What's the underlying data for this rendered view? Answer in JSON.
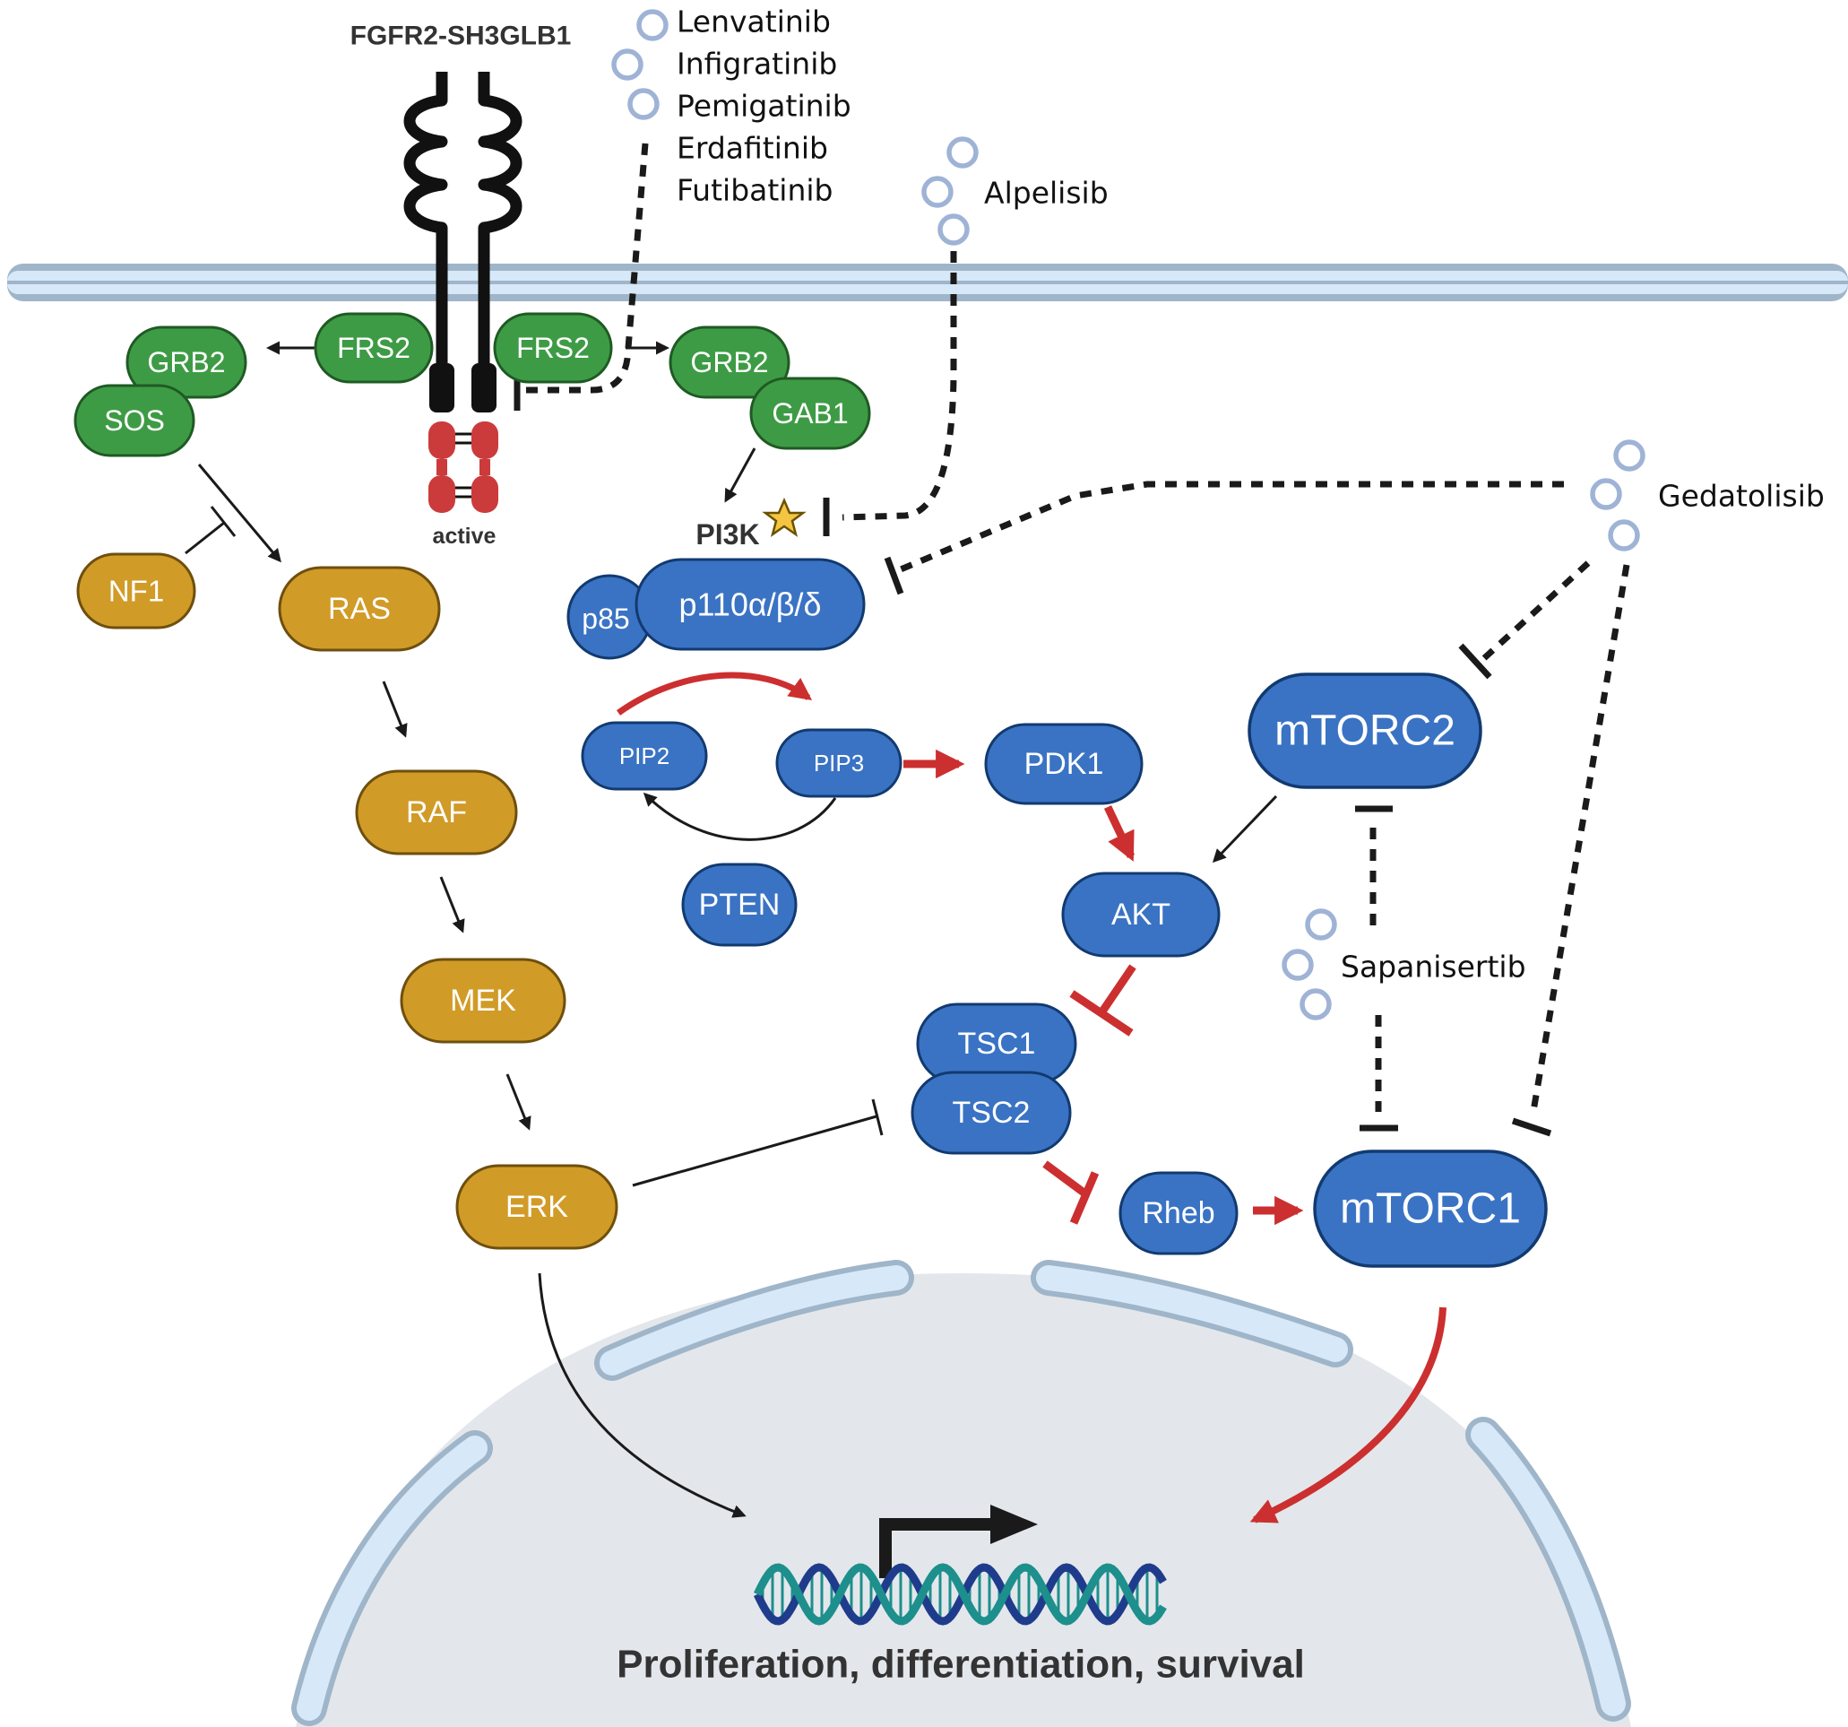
{
  "receptor": {
    "name": "FGFR2-SH3GLB1",
    "state": "active"
  },
  "drugs": {
    "fgfr_inhibitors": [
      "Lenvatinib",
      "Infigratinib",
      "Pemigatinib",
      "Erdafitinib",
      "Futibatinib"
    ],
    "pi3k_inhibitor": "Alpelisib",
    "dual_inhibitor": "Gedatolisib",
    "mtor_inhibitor": "Sapanisertib"
  },
  "nodes": {
    "frs2_left": "FRS2",
    "frs2_right": "FRS2",
    "grb2_left": "GRB2",
    "sos": "SOS",
    "grb2_right": "GRB2",
    "gab1": "GAB1",
    "nf1": "NF1",
    "ras": "RAS",
    "raf": "RAF",
    "mek": "MEK",
    "erk": "ERK",
    "pi3k": "PI3K",
    "p85": "p85",
    "p110": "p110α/β/δ",
    "pip2": "PIP2",
    "pip3": "PIP3",
    "pten": "PTEN",
    "pdk1": "PDK1",
    "akt": "AKT",
    "mtorc2": "mTORC2",
    "tsc1": "TSC1",
    "tsc2": "TSC2",
    "rheb": "Rheb",
    "mtorc1": "mTORC1"
  },
  "outcome": "Proliferation, differentiation, survival",
  "colors": {
    "membrane": "#cfe1f2",
    "membrane_edge": "#9fb5c9",
    "nucleus": "#e3e7eb",
    "green_node": "#3e9b45",
    "orange_node": "#d19b27",
    "blue_node": "#3a73c4",
    "red_arrow": "#cc2f2f",
    "drug_circle": "#9fb3d6",
    "dna_blue": "#1f3c8c",
    "dna_teal": "#1d8f8c"
  },
  "icons": [
    "drug-molecule-icon",
    "activation-star-icon",
    "transcription-start-arrow-icon",
    "dna-helix-icon"
  ]
}
